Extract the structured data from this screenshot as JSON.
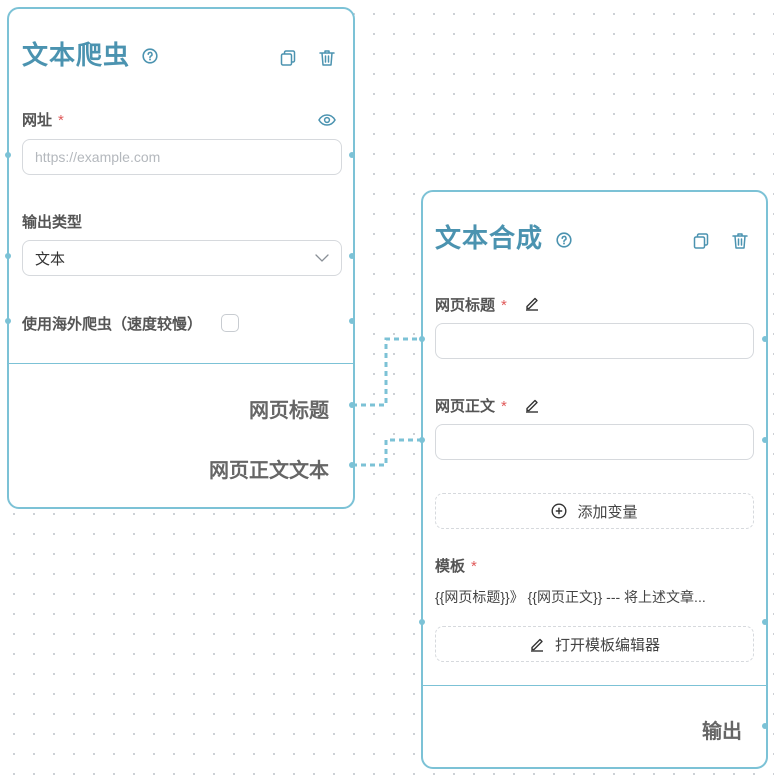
{
  "crawler_node": {
    "title": "文本爬虫",
    "url_label": "网址",
    "required_mark": "*",
    "url_placeholder": "https://example.com",
    "url_value": "",
    "output_type_label": "输出类型",
    "output_type_value": "文本",
    "overseas_label": "使用海外爬虫（速度较慢）",
    "overseas_checked": false,
    "outputs": [
      "网页标题",
      "网页正文文本"
    ]
  },
  "synth_node": {
    "title": "文本合成",
    "field1_label": "网页标题",
    "field2_label": "网页正文",
    "required_mark": "*",
    "add_variable_label": "添加变量",
    "template_label": "模板",
    "template_preview": "{{网页标题}}》 {{网页正文}} --- 将上述文章...",
    "open_editor_label": "打开模板编辑器",
    "output_label": "输出"
  },
  "colors": {
    "accent": "#4b93b0",
    "border": "#7cc2d6",
    "required": "#e05a5a"
  },
  "icons": [
    "help-icon",
    "copy-icon",
    "delete-icon",
    "eye-icon",
    "chevron-down-icon",
    "edit-icon",
    "plus-circle-icon"
  ]
}
